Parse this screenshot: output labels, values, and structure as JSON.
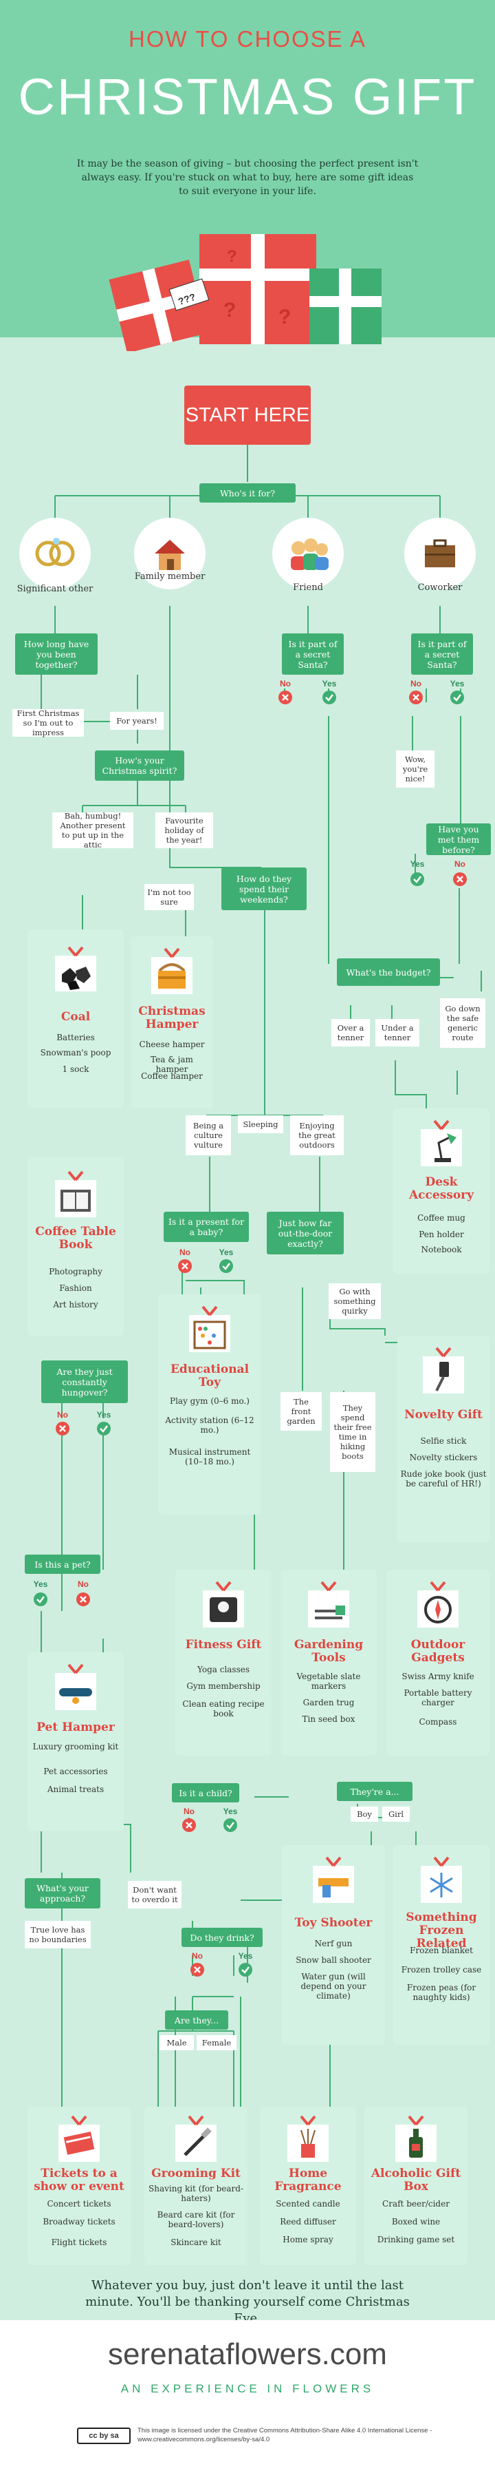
{
  "header": {
    "title_top": "HOW TO CHOOSE A",
    "title_main": "CHRISTMAS GIFT",
    "intro": "It may be the season of giving – but choosing the perfect present isn't always easy. If you're stuck on what to buy, here are some gift ideas to suit everyone in your life.",
    "gift_tag": "???"
  },
  "start": "START HERE",
  "who": "Who's it for?",
  "people": {
    "significant_other": "Significant other",
    "family": "Family member",
    "friend": "Friend",
    "coworker": "Coworker"
  },
  "q": {
    "how_long": "How long have you been together?",
    "secret_santa_friend": "Is it part of a secret Santa?",
    "secret_santa_cw": "Is it part of a secret Santa?",
    "christmas_spirit": "How's your Christmas spirit?",
    "met_before": "Have you met them before?",
    "weekends": "How do they spend their weekends?",
    "budget": "What's the budget?",
    "baby": "Is it a present for a baby?",
    "outdoors": "Just how far out-the-door exactly?",
    "hungover": "Are they just constantly hungover?",
    "pet": "Is this a pet?",
    "child": "Is it a child?",
    "theyre": "They're a...",
    "approach": "What's your approach?",
    "drink": "Do they drink?",
    "are_they": "Are they..."
  },
  "a": {
    "first_christmas": "First Christmas so I'm out to impress",
    "for_years": "For years!",
    "bah_humbug": "Bah, humbug! Another present to put up in the attic",
    "favourite": "Favourite holiday of the year!",
    "not_close": "I'm not too sure",
    "wow_nice": "Wow, you're nice!",
    "over_tenner": "Over a tenner",
    "under_tenner": "Under a tenner",
    "go_safe": "Go down the safe generic route",
    "being_culture": "Being a culture vulture",
    "sleeping": "Sleeping",
    "enjoying_outdoors": "Enjoying the great outdoors",
    "go_quirky": "Go with something quirky",
    "front_garden": "The front garden",
    "biking_boots": "They spend their free time in hiking boots",
    "boy": "Boy",
    "girl": "Girl",
    "dont_overdo": "Don't want to overdo it",
    "true_love": "True love has no boundaries",
    "male": "Male",
    "female": "Female",
    "yes": "Yes",
    "no": "No"
  },
  "results": {
    "coal": {
      "title": "Coal",
      "items": [
        "Batteries",
        "Snowman's poop",
        "1 sock"
      ]
    },
    "hamper": {
      "title": "Christmas Hamper",
      "items": [
        "Cheese hamper",
        "Tea & jam hamper",
        "Coffee hamper"
      ]
    },
    "desk": {
      "title": "Desk Accessory",
      "items": [
        "Coffee mug",
        "Pen holder",
        "Notebook"
      ]
    },
    "coffee_book": {
      "title": "Coffee Table Book",
      "items": [
        "Photography",
        "Fashion",
        "Art history"
      ]
    },
    "edu_toy": {
      "title": "Educational Toy",
      "items": [
        "Play gym (0–6 mo.)",
        "Activity station (6–12 mo.)",
        "Musical instrument (10–18 mo.)"
      ]
    },
    "novelty": {
      "title": "Novelty Gift",
      "items": [
        "Selfie stick",
        "Novelty stickers",
        "Rude joke book (just be careful of HR!)"
      ]
    },
    "fitness": {
      "title": "Fitness Gift",
      "items": [
        "Yoga classes",
        "Gym membership",
        "Clean eating recipe book"
      ]
    },
    "gardening": {
      "title": "Gardening Tools",
      "items": [
        "Vegetable slate markers",
        "Garden trug",
        "Tin seed box"
      ]
    },
    "outdoor": {
      "title": "Outdoor Gadgets",
      "items": [
        "Swiss Army knife",
        "Portable battery charger",
        "Compass"
      ]
    },
    "pet": {
      "title": "Pet Hamper",
      "items": [
        "Luxury grooming kit",
        "Pet accessories",
        "Animal treats"
      ]
    },
    "toy_shooter": {
      "title": "Toy Shooter",
      "items": [
        "Nerf gun",
        "Snow ball shooter",
        "Water gun (will depend on your climate)"
      ]
    },
    "frozen": {
      "title": "Something Frozen Related",
      "items": [
        "Frozen blanket",
        "Frozen trolley case",
        "Frozen peas (for naughty kids)"
      ]
    },
    "tickets": {
      "title": "Tickets to a show or event",
      "items": [
        "Concert tickets",
        "Broadway tickets",
        "Flight tickets"
      ]
    },
    "grooming": {
      "title": "Grooming Kit",
      "items": [
        "Shaving kit (for beard-haters)",
        "Beard care kit (for beard-lovers)",
        "Skincare kit"
      ]
    },
    "fragrance": {
      "title": "Home Fragrance",
      "items": [
        "Scented candle",
        "Reed diffuser",
        "Home spray"
      ]
    },
    "alcohol": {
      "title": "Alcoholic Gift Box",
      "items": [
        "Craft beer/cider",
        "Boxed wine",
        "Drinking game set"
      ]
    }
  },
  "footer": {
    "closing": "Whatever you buy, just don't leave it until the last minute. You'll be thanking yourself come Christmas Eve.",
    "brand": "serenataflowers.com",
    "tagline": "AN EXPERIENCE IN FLOWERS",
    "cc_badge": "cc by sa",
    "license": "This image is licensed under the Creative Commons Attribution-Share Alike 4.0 International License - www.creativecommons.org/licenses/by-sa/4.0"
  },
  "colors": {
    "green_dark": "#3fae72",
    "green_header": "#7dd3a9",
    "bg": "#cfeee0",
    "red": "#e84f48",
    "card": "#d3f2e4"
  }
}
